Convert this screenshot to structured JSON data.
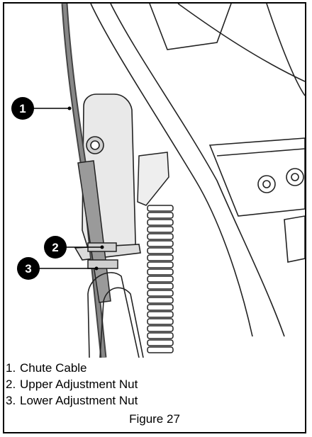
{
  "figure": {
    "callouts": [
      {
        "number": "1"
      },
      {
        "number": "2"
      },
      {
        "number": "3"
      }
    ],
    "legend": [
      {
        "number": "1.",
        "label": "Chute Cable"
      },
      {
        "number": "2.",
        "label": "Upper Adjustment Nut"
      },
      {
        "number": "3.",
        "label": "Lower Adjustment Nut"
      }
    ],
    "caption": "Figure 27"
  }
}
